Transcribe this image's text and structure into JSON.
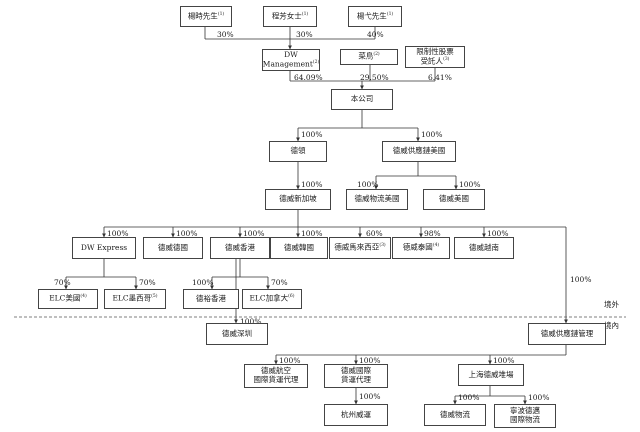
{
  "shareholders": [
    {
      "id": "yang",
      "label": "楊時先生",
      "note": "(1)",
      "pct": "30%"
    },
    {
      "id": "cheng",
      "label": "程芳女士",
      "note": "(1)",
      "pct": "30%"
    },
    {
      "id": "yangge",
      "label": "楊弋先生",
      "note": "(1)",
      "pct": "40%"
    }
  ],
  "level2": [
    {
      "id": "dw_mgmt",
      "label": "DW\nManagement",
      "note": "(2)",
      "pct": "64.09%"
    },
    {
      "id": "cainiao",
      "label": "菜鳥",
      "note": "(2)",
      "pct": "29.50%"
    },
    {
      "id": "rsu",
      "label": "限制性股票\n受託人",
      "note": "(3)",
      "pct": "6.41%"
    }
  ],
  "company": {
    "label": "本公司"
  },
  "tier1": [
    {
      "id": "deling",
      "label": "德領",
      "pct": "100%"
    },
    {
      "id": "dw_supply_us",
      "label": "德威供應鏈美國",
      "pct": "100%"
    }
  ],
  "tier2": [
    {
      "id": "dw_sg",
      "label": "德威新加坡",
      "pct": "100%"
    },
    {
      "id": "dw_logi_us",
      "label": "德威物流美國",
      "pct": "100%"
    },
    {
      "id": "dw_us",
      "label": "德威美國",
      "pct": "100%"
    }
  ],
  "tier3": [
    {
      "id": "dw_express",
      "label": "DW Express",
      "pct": "100%"
    },
    {
      "id": "dw_de",
      "label": "德威德國",
      "pct": "100%"
    },
    {
      "id": "dw_hk",
      "label": "德威香港",
      "pct": "100%"
    },
    {
      "id": "dw_kr",
      "label": "德威韓國",
      "pct": "100%"
    },
    {
      "id": "dw_my",
      "label": "德威馬來西亞",
      "note": "(3)",
      "pct": "60%"
    },
    {
      "id": "dw_th",
      "label": "德威泰國",
      "note": "(4)",
      "pct": "98%"
    },
    {
      "id": "dw_vn",
      "label": "德威越南",
      "pct": "100%"
    }
  ],
  "tier4": [
    {
      "id": "elc_us",
      "label": "ELC美國",
      "note": "(4)",
      "pct": "70%"
    },
    {
      "id": "elc_mx",
      "label": "ELC墨西哥",
      "note": "(5)",
      "pct": "70%"
    },
    {
      "id": "deyu_hk",
      "label": "德裕香港",
      "pct": "100%"
    },
    {
      "id": "elc_ca",
      "label": "ELC加拿大",
      "note": "(6)",
      "pct": "70%"
    }
  ],
  "zones": {
    "overseas": "境外",
    "domestic": "境內"
  },
  "onshore": {
    "dw_sz": {
      "label": "德威深圳",
      "pct": "100%"
    },
    "dw_scm": {
      "label": "德威供應鏈管理",
      "pct": "100%"
    },
    "air": {
      "label": "德威航空\n國際貨運代理",
      "pct": "100%"
    },
    "intl": {
      "label": "德威國際\n貨運代理",
      "pct": "100%"
    },
    "sh": {
      "label": "上海德威堆場",
      "pct": "100%"
    },
    "hz": {
      "label": "杭州威運",
      "pct": "100%"
    },
    "logi": {
      "label": "德威物流",
      "pct": "100%"
    },
    "nb": {
      "label": "寧波德邁\n國際物流",
      "pct": "100%"
    }
  }
}
